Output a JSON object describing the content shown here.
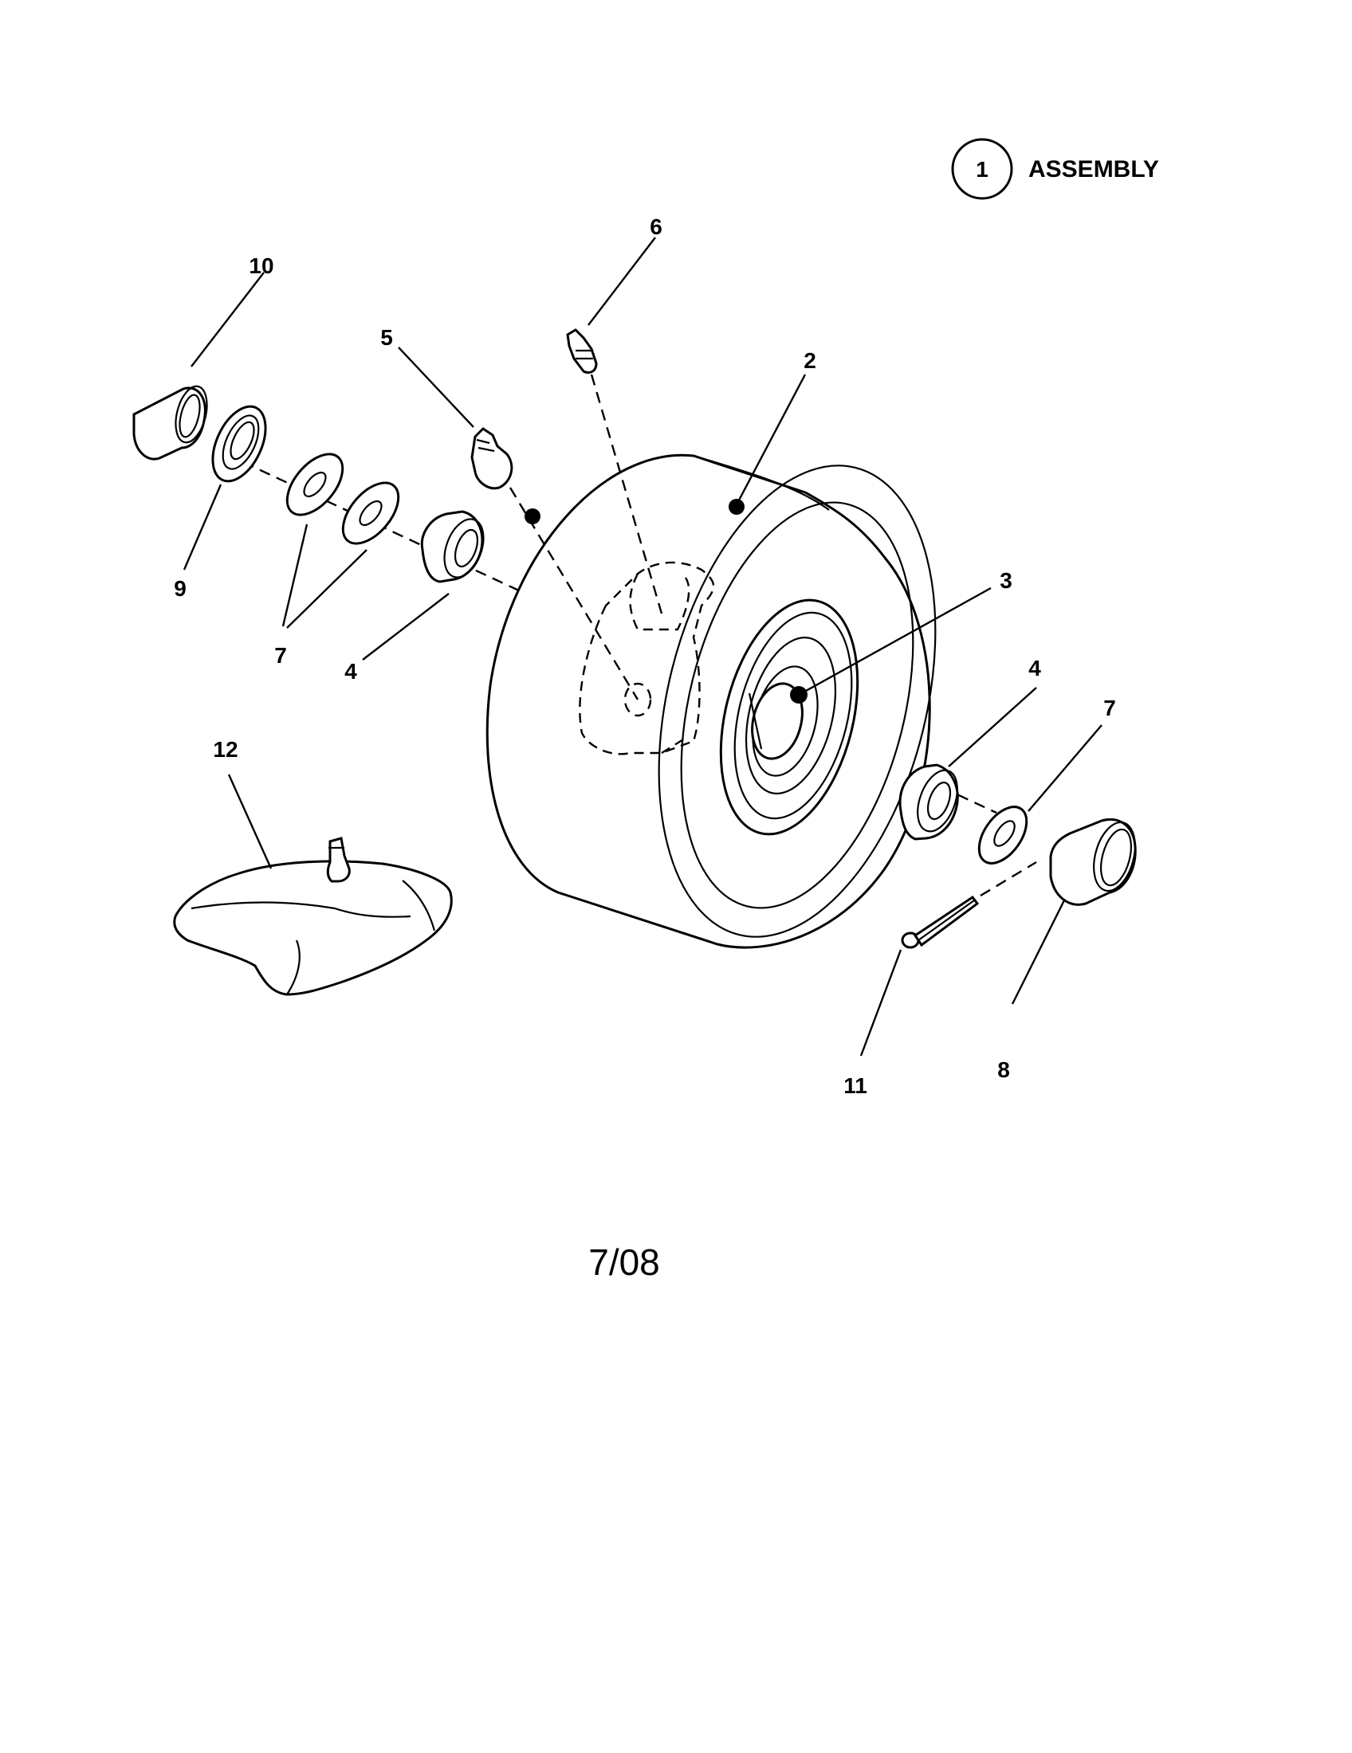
{
  "legend": {
    "number": "1",
    "label": "ASSEMBLY"
  },
  "callouts": {
    "c2": "2",
    "c3": "3",
    "c4a": "4",
    "c4b": "4",
    "c5": "5",
    "c6": "6",
    "c7a": "7",
    "c7b": "7",
    "c8": "8",
    "c9": "9",
    "c10": "10",
    "c11": "11",
    "c12": "12"
  },
  "footer": {
    "date_code": "7/08"
  }
}
